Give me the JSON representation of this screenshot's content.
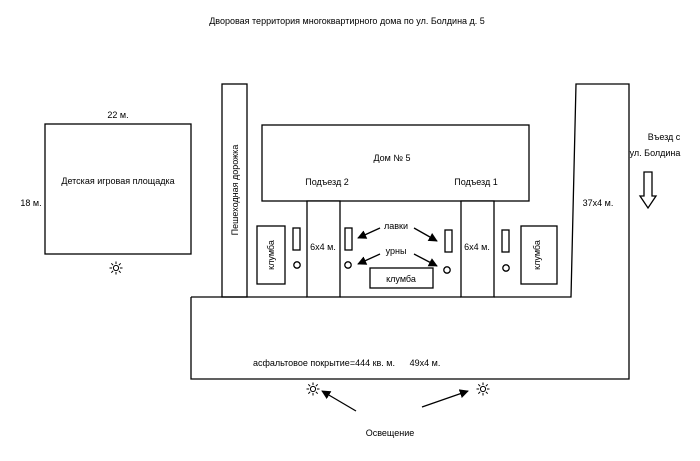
{
  "title": "Дворовая территория многоквартирного дома по ул. Болдина д.  5",
  "playground": {
    "label": "Детская игровая площадка",
    "width_label": "22 м.",
    "height_label": "18 м."
  },
  "footpath": {
    "label": "Пешеходная дорожка"
  },
  "house": {
    "label": "Дом № 5",
    "entrance1": "Подъезд 1",
    "entrance2": "Подъезд 2"
  },
  "entry": {
    "line1": "Въезд с",
    "line2": "ул. Болдина",
    "road_size": "37х4 м."
  },
  "flowerbeds": {
    "left": "клумба",
    "center": "клумба",
    "right": "клумба"
  },
  "annotations": {
    "benches": "лавки",
    "bins": "урны",
    "left_area": "6х4 м.",
    "right_area": "6х4 м."
  },
  "asphalt": {
    "label": "асфальтовое покрытие=444  кв. м.",
    "size": "49х4 м."
  },
  "lighting": {
    "label": "Освещение"
  },
  "icons": {
    "lamp": "sun-lamp-icon",
    "arrow": "arrow-icon"
  }
}
